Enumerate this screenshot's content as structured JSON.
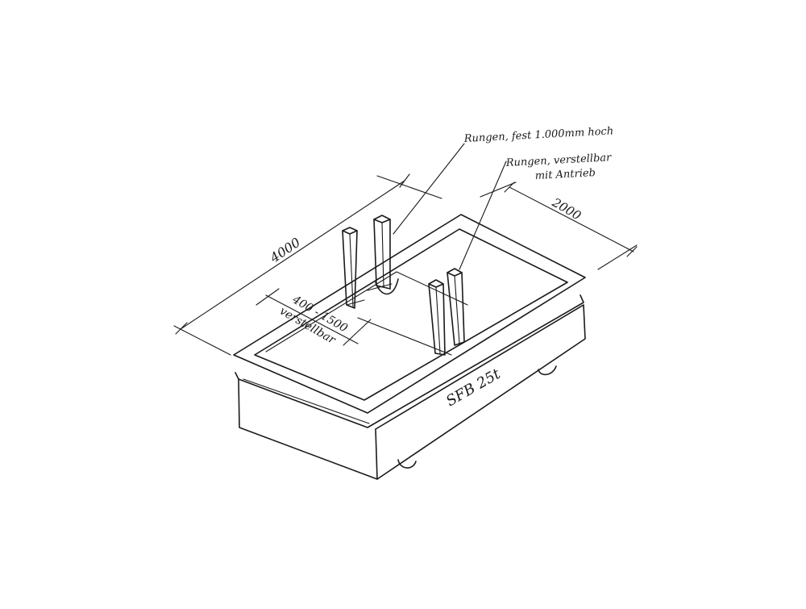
{
  "annotations": {
    "fixed_stanchions": "Rungen, fest 1.000mm hoch",
    "adjustable_stanchions_line1": "Rungen, verstellbar",
    "adjustable_stanchions_line2": "mit Antrieb",
    "vehicle_label": "SFB 25t"
  },
  "dimensions": {
    "length": "4000",
    "width": "2000",
    "adjust_range": "400 - 1500",
    "adjust_note": "verstellbar"
  }
}
